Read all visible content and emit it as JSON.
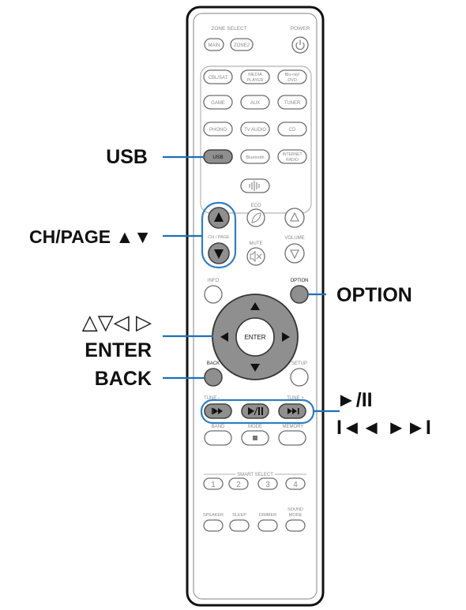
{
  "remote": {
    "zone_select_label": "ZONE SELECT",
    "power_label": "POWER",
    "main": "MAIN",
    "zone2": "ZONE2",
    "sources": {
      "cbl_sat": "CBL/SAT",
      "media_player_1": "MEDIA",
      "media_player_2": "PLAYER",
      "bluray_1": "Blu-ray/",
      "bluray_2": "DVD",
      "game": "GAME",
      "aux": "AUX",
      "tuner": "TUNER",
      "phono": "PHONO",
      "tv_audio": "TV AUDIO",
      "cd": "CD",
      "usb": "USB",
      "bluetooth": "Bluetooth",
      "internet_radio_1": "INTERNET",
      "internet_radio_2": "RADIO"
    },
    "eco_label": "ECO",
    "ch_page_label": "CH / PAGE",
    "mute_label": "MUTE",
    "volume_label": "VOLUME",
    "info_label": "INFO",
    "option_label": "OPTION",
    "enter_label": "ENTER",
    "back_label": "BACK",
    "setup_label": "SETUP",
    "tune_minus_label": "TUNE -",
    "tune_plus_label": "TUNE +",
    "band_label": "BAND",
    "mode_label": "MODE",
    "memory_label": "MEMORY",
    "smart_select_label": "SMART SELECT",
    "smart_1": "1",
    "smart_2": "2",
    "smart_3": "3",
    "smart_4": "4",
    "speaker_label": "SPEAKER",
    "sleep_label": "SLEEP",
    "dimmer_label": "DIMMER",
    "sound_mode_1": "SOUND",
    "sound_mode_2": "MODE"
  },
  "callouts": {
    "usb": "USB",
    "ch_page": "CH/PAGE ▲▼",
    "option": "OPTION",
    "arrows": "△▽◁ ▷",
    "enter": "ENTER",
    "back": "BACK",
    "play_pause": "►/II",
    "skip": "I◄◄ ►►I"
  },
  "colors": {
    "highlight": "#1f6fb8",
    "highlighted_button": "#8f8f8f"
  }
}
